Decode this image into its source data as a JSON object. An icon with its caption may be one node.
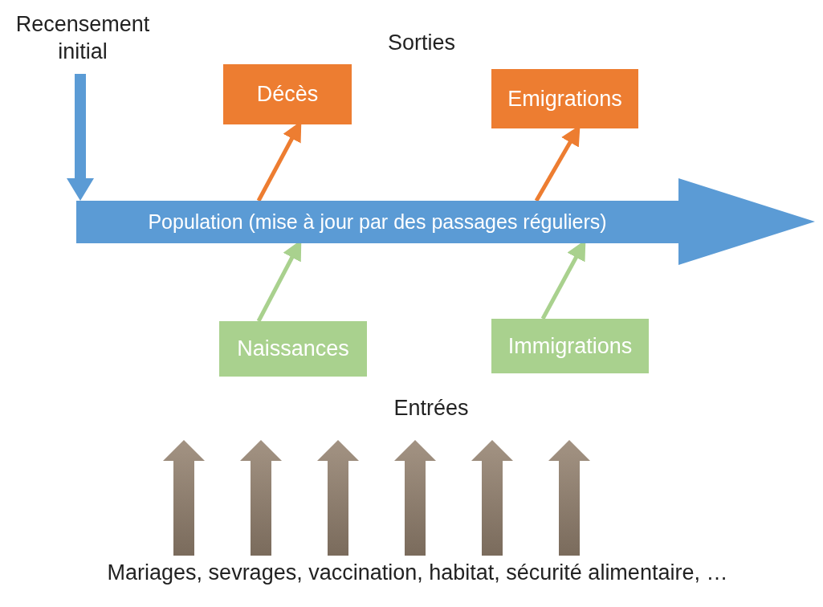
{
  "diagram": {
    "nodes": [
      {
        "text": [
          "Recensement initial"
        ]
      },
      {
        "text": [
          "Population (mise à jour par des passages réguliers)"
        ]
      },
      {
        "text": [
          "Décès"
        ]
      },
      {
        "text": [
          "Emigrations"
        ]
      },
      {
        "text": [
          "Naissances"
        ]
      },
      {
        "text": [
          "Immigrations"
        ]
      },
      {
        "text": [
          "Mariages, sevrages, vaccination, habitat, sécurité alimentaire, …"
        ]
      }
    ],
    "edges": [
      {
        "from": 0,
        "to": 1,
        "arrow": "to",
        "style": "thick",
        "color": "#5b9bd5"
      },
      {
        "from": 1,
        "to": 2,
        "arrow": "to",
        "color": "#ed7d31"
      },
      {
        "from": 1,
        "to": 3,
        "arrow": "to",
        "color": "#ed7d31"
      },
      {
        "from": 4,
        "to": 1,
        "arrow": "to",
        "color": "#a9d18e"
      },
      {
        "from": 5,
        "to": 1,
        "arrow": "to",
        "color": "#a9d18e"
      },
      {
        "from": 6,
        "to": null,
        "arrow": "to",
        "style": "thick"
      },
      {
        "from": 6,
        "to": null,
        "arrow": "to",
        "style": "thick"
      },
      {
        "from": 6,
        "to": null,
        "arrow": "to",
        "style": "thick"
      },
      {
        "from": 6,
        "to": null,
        "arrow": "to",
        "style": "thick"
      },
      {
        "from": 6,
        "to": null,
        "arrow": "to",
        "style": "thick"
      },
      {
        "from": 6,
        "to": null,
        "arrow": "to",
        "style": "thick"
      }
    ],
    "labels": [
      "Sorties",
      "Entrées"
    ]
  }
}
